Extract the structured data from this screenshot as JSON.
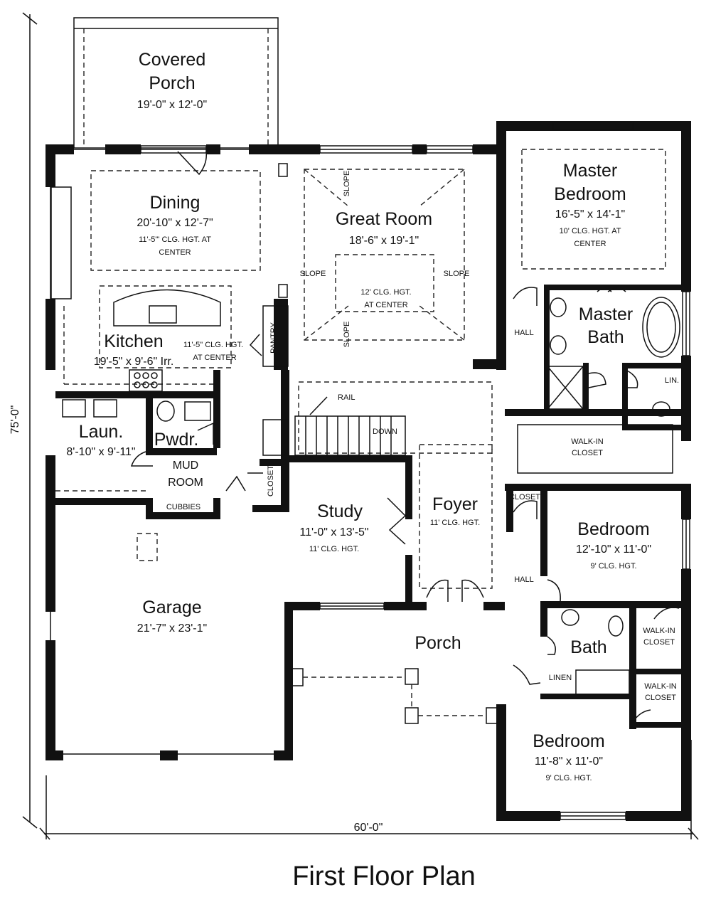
{
  "plan": {
    "caption": "First Floor Plan",
    "overall_width": "60'-0\"",
    "overall_depth": "75'-0\""
  },
  "rooms": {
    "covered_porch": {
      "name_line1": "Covered",
      "name_line2": "Porch",
      "dims": "19'-0\" x 12'-0\""
    },
    "dining": {
      "name": "Dining",
      "dims": "20'-10\" x 12'-7\"",
      "note_line1": "11'-5\"' CLG. HGT. AT",
      "note_line2": "CENTER"
    },
    "great_room": {
      "name": "Great Room",
      "dims": "18'-6\" x 19'-1\"",
      "note_line1": "12' CLG. HGT.",
      "note_line2": "AT CENTER"
    },
    "master_bedroom": {
      "name_line1": "Master",
      "name_line2": "Bedroom",
      "dims": "16'-5\" x 14'-1\"",
      "note_line1": "10' CLG. HGT. AT",
      "note_line2": "CENTER"
    },
    "master_bath": {
      "name_line1": "Master",
      "name_line2": "Bath"
    },
    "kitchen": {
      "name": "Kitchen",
      "dims": "19'-5\" x 9'-6\" Irr.",
      "note_line1": "11'-5\" CLG. HGT.",
      "note_line2": "AT CENTER"
    },
    "laundry": {
      "name": "Laun.",
      "dims": "8'-10\" x 9'-11\""
    },
    "powder": {
      "name": "Pwdr."
    },
    "mud_room": {
      "name_line1": "MUD",
      "name_line2": "ROOM"
    },
    "study": {
      "name": "Study",
      "dims": "11'-0\" x 13'-5\"",
      "note": "11' CLG. HGT."
    },
    "foyer": {
      "name": "Foyer",
      "note": "11' CLG. HGT."
    },
    "garage": {
      "name": "Garage",
      "dims": "21'-7\" x 23'-1\""
    },
    "porch": {
      "name": "Porch"
    },
    "bedroom_2": {
      "name": "Bedroom",
      "dims": "12'-10\" x 11'-0\"",
      "note": "9' CLG. HGT."
    },
    "bath": {
      "name": "Bath"
    },
    "bedroom_3": {
      "name": "Bedroom",
      "dims": "11'-8\" x 11'-0\"",
      "note": "9' CLG. HGT."
    }
  },
  "labels": {
    "slope": "SLOPE",
    "pantry": "PANTRY",
    "rail": "RAIL",
    "down": "DOWN",
    "closet": "CLOSET",
    "cubbies": "CUBBIES",
    "hall": "HALL",
    "lin": "LIN.",
    "linen": "LINEN",
    "walk_in_closet_line1": "WALK-IN",
    "walk_in_closet_line2": "CLOSET"
  }
}
